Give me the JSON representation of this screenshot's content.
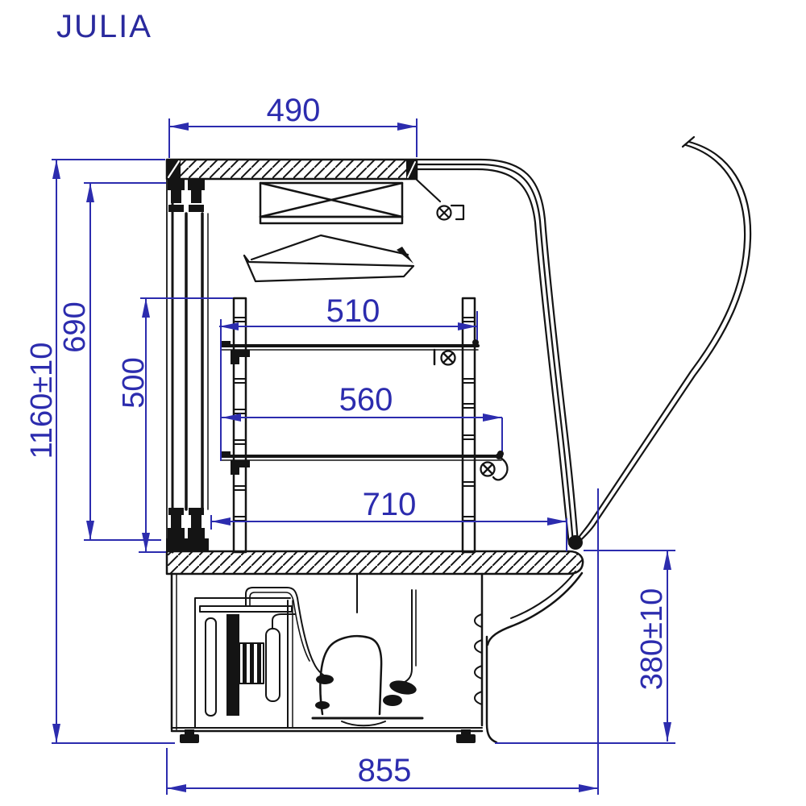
{
  "title": "JULIA",
  "colors": {
    "dimension_blue": "#2c2cae",
    "line_black": "#141414",
    "background": "#ffffff"
  },
  "drawing": {
    "type": "technical-cross-section",
    "subject": "refrigerated pastry display case side section",
    "units": "mm"
  },
  "dimensions": {
    "canopy_width": {
      "value": "490",
      "orientation": "horizontal",
      "region": "top canopy panel width"
    },
    "upper_shelf_width": {
      "value": "510",
      "orientation": "horizontal",
      "region": "upper shelf depth"
    },
    "middle_shelf_width": {
      "value": "560",
      "orientation": "horizontal",
      "region": "middle shelf depth"
    },
    "counter_depth": {
      "value": "710",
      "orientation": "horizontal",
      "region": "display deck depth"
    },
    "opening_height": {
      "value": "690",
      "orientation": "vertical",
      "region": "rear door opening height"
    },
    "inner_height": {
      "value": "500",
      "orientation": "vertical",
      "region": "shelf post height"
    },
    "total_height": {
      "value": "1160±10",
      "orientation": "vertical",
      "region": "overall height"
    },
    "base_height": {
      "value": "380±10",
      "orientation": "vertical",
      "region": "base / machine compartment height"
    },
    "total_depth": {
      "value": "855",
      "orientation": "horizontal",
      "region": "overall depth"
    }
  },
  "icons": [
    {
      "name": "lamp-icon",
      "meaning": "circled-cross lamp symbol under canopy"
    },
    {
      "name": "lamp-icon",
      "meaning": "circled-cross lamp symbol under upper shelf"
    },
    {
      "name": "lamp-icon",
      "meaning": "circled-cross lamp symbol under middle shelf"
    }
  ]
}
